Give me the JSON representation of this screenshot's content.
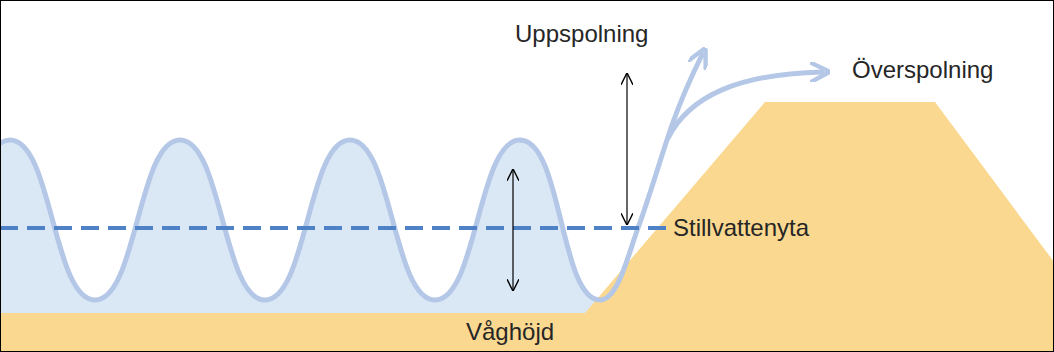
{
  "diagram": {
    "labels": [
      "Uppspolning",
      "Överspolning",
      "Stillvattenyta",
      "Våghöjd"
    ]
  }
}
